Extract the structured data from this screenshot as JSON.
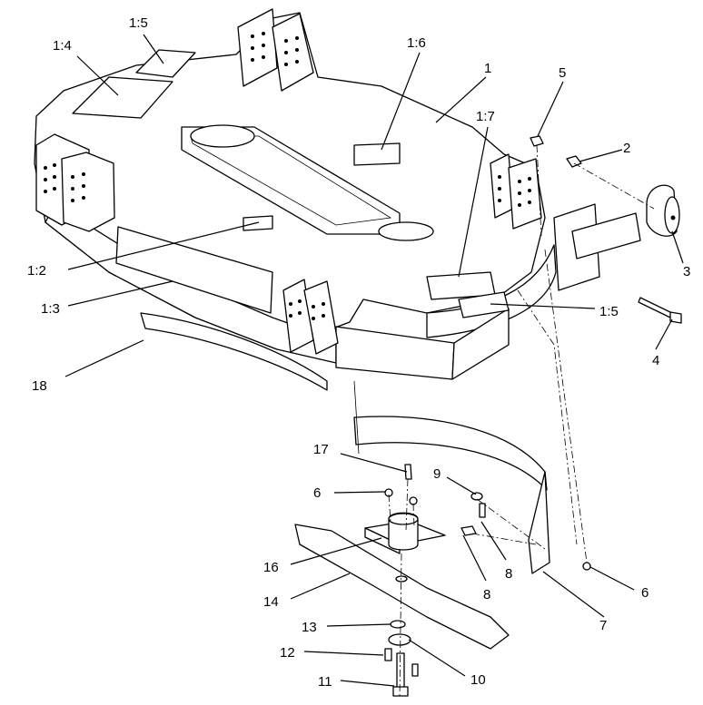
{
  "callouts": {
    "c_1_4": "1:4",
    "c_1_5_top": "1:5",
    "c_1_6": "1:6",
    "c_1": "1",
    "c_5": "5",
    "c_1_7": "1:7",
    "c_2": "2",
    "c_3": "3",
    "c_4": "4",
    "c_1_5_right": "1:5",
    "c_1_2": "1:2",
    "c_1_3": "1:3",
    "c_18": "18",
    "c_17": "17",
    "c_9": "9",
    "c_6_left": "6",
    "c_8_upper": "8",
    "c_8_lower": "8",
    "c_16": "16",
    "c_14": "14",
    "c_13": "13",
    "c_12": "12",
    "c_11": "11",
    "c_10": "10",
    "c_7": "7",
    "c_6_right": "6"
  }
}
